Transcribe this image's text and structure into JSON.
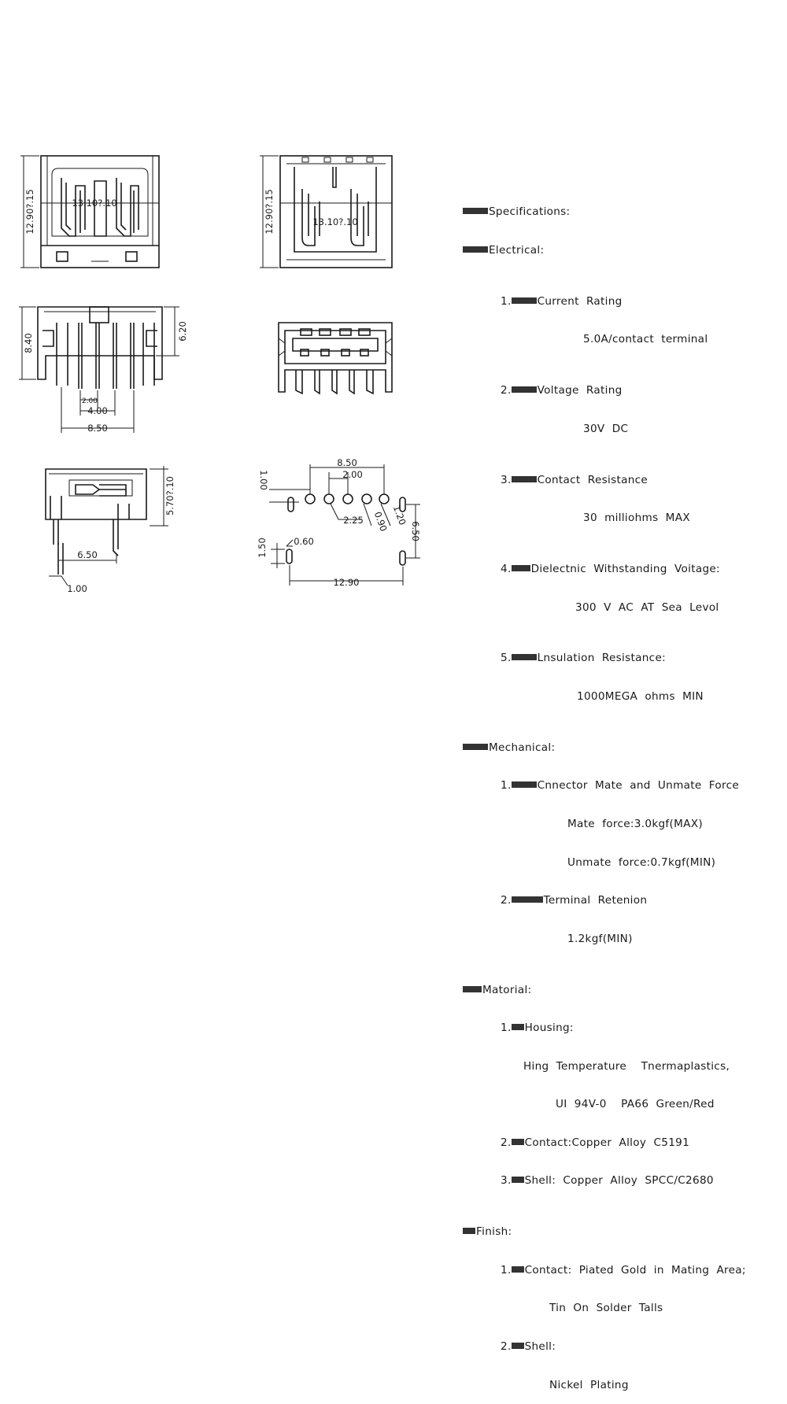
{
  "dimensions": {
    "front_height": "12.90?.15",
    "front_width": "13.10?.10",
    "back_height": "12.90?.15",
    "back_width": "13.10?.10",
    "side_height_total": "8.40",
    "side_height_body": "6.20",
    "pin_pitch": "2.00",
    "pin_span": "4.00",
    "pin_outer": "8.50",
    "profile_height": "5.70?.10",
    "profile_depth": "6.50",
    "profile_lead": "1.00",
    "fp_width": "8.50",
    "fp_pitch": "2.00",
    "fp_offset": "1.00",
    "fp_row_offset": "2.25",
    "fp_hole_small": "0.90",
    "fp_hole_large": "1.20",
    "fp_slot_spacing": "6.50",
    "fp_slot_length": "1.50",
    "fp_slot_width": "0.60",
    "fp_total_width": "12.90"
  },
  "spec": {
    "title": "Specifications:",
    "electrical": {
      "header": "Electrical:",
      "items": [
        {
          "num": "1.",
          "label": "Current  Rating",
          "value": "5.0A/contact  terminal"
        },
        {
          "num": "2.",
          "label": "Voltage  Rating",
          "value": "30V  DC"
        },
        {
          "num": "3.",
          "label": "Contact  Resistance",
          "value": "30  milliohms  MAX"
        },
        {
          "num": "4.",
          "label": "Dielectnic  Withstanding  Voitage:",
          "value": "300  V  AC  AT  Sea  Levol"
        },
        {
          "num": "5.",
          "label": "Lnsulation  Resistance:",
          "value": "1000MEGA  ohms  MIN"
        }
      ]
    },
    "mechanical": {
      "header": "Mechanical:",
      "items": [
        {
          "num": "1.",
          "label": "Cnnector  Mate  and  Unmate  Force",
          "value": "Mate  force:3.0kgf(MAX)",
          "value2": "Unmate  force:0.7kgf(MIN)"
        },
        {
          "num": "2.",
          "label": "Terminal  Retenion",
          "value": "1.2kgf(MIN)"
        }
      ]
    },
    "material": {
      "header": "Matorial:",
      "items": [
        {
          "num": "1.",
          "label": "Housing:",
          "value": "Hing  Temperature    Tnermaplastics,",
          "value2": "UI  94V-0    PA66  Green/Red"
        },
        {
          "num": "2.",
          "label": "Contact:Copper  Alloy  C5191"
        },
        {
          "num": "3.",
          "label": "Shell:  Copper  Alloy  SPCC/C2680"
        }
      ]
    },
    "finish": {
      "header": "Finish:",
      "items": [
        {
          "num": "1.",
          "label": "Contact:  Piated  Gold  in  Mating  Area;",
          "value": "Tin  On  Solder  Talls"
        },
        {
          "num": "2.",
          "label": "Shell:",
          "value": "Nickel  Plating"
        }
      ]
    }
  }
}
